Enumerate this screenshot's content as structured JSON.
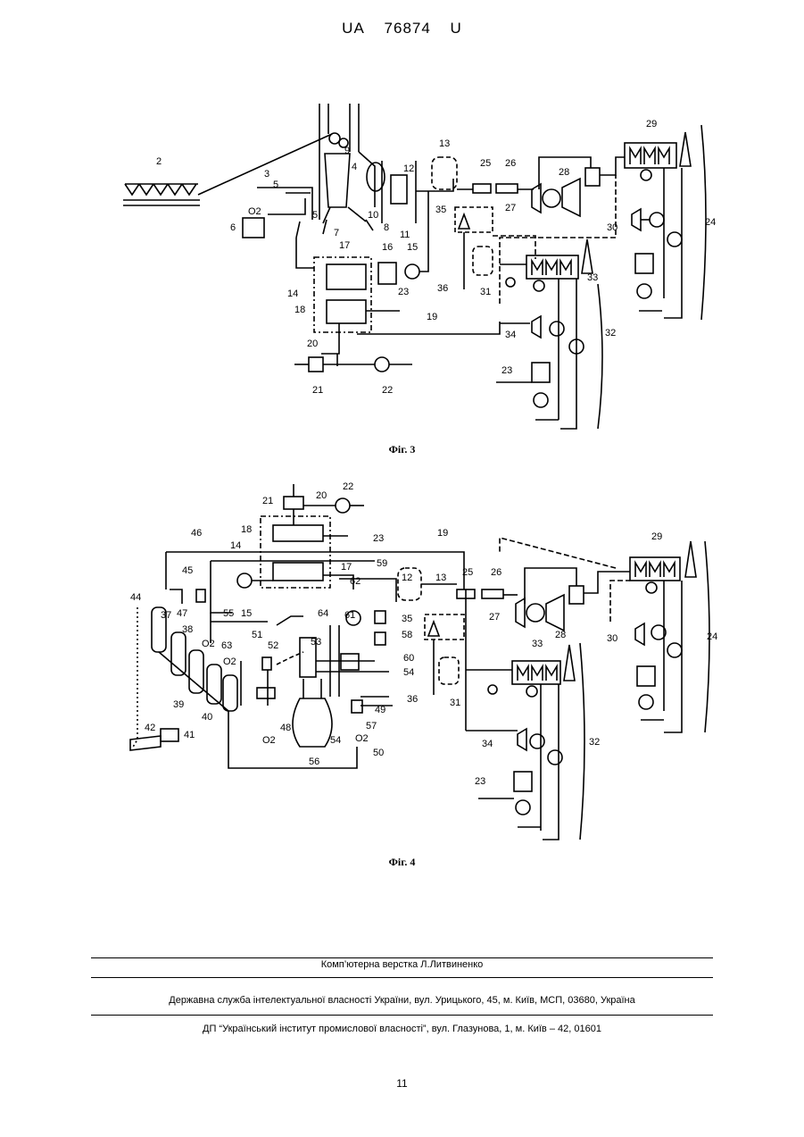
{
  "header": {
    "office": "UA",
    "number": "76874",
    "kind": "U"
  },
  "figure3": {
    "caption": "Фіг. 3",
    "labels": {
      "l2": "2",
      "l3": "3",
      "l4": "4",
      "l5a": "5",
      "l5b": "5",
      "l6": "6",
      "l7": "7",
      "l8": "8",
      "l9": "9",
      "l10": "10",
      "l11": "11",
      "l12": "12",
      "l13": "13",
      "l14": "14",
      "l15": "15",
      "l16": "16",
      "l17": "17",
      "l18": "18",
      "l19": "19",
      "l20": "20",
      "l21": "21",
      "l22": "22",
      "l23a": "23",
      "l23b": "23",
      "l24": "24",
      "l25": "25",
      "l26": "26",
      "l27": "27",
      "l28": "28",
      "l29": "29",
      "l30": "30",
      "l31": "31",
      "l32": "32",
      "l33": "33",
      "l34": "34",
      "l35": "35",
      "l36": "36",
      "o2": "O2"
    }
  },
  "figure4": {
    "caption": "Фіг. 4",
    "labels": {
      "l12": "12",
      "l13": "13",
      "l14": "14",
      "l15": "15",
      "l17": "17",
      "l18": "18",
      "l19": "19",
      "l20": "20",
      "l21": "21",
      "l22": "22",
      "l23a": "23",
      "l23b": "23",
      "l24": "24",
      "l25": "25",
      "l26": "26",
      "l27": "27",
      "l28": "28",
      "l29": "29",
      "l30": "30",
      "l31": "31",
      "l32": "32",
      "l33": "33",
      "l34": "34",
      "l35": "35",
      "l36": "36",
      "l37": "37",
      "l38": "38",
      "l39": "39",
      "l40": "40",
      "l41": "41",
      "l42": "42",
      "l44": "44",
      "l45": "45",
      "l46": "46",
      "l47": "47",
      "l48": "48",
      "l49": "49",
      "l50": "50",
      "l51": "51",
      "l52": "52",
      "l53": "53",
      "l54a": "54",
      "l54b": "54",
      "l55": "55",
      "l56": "56",
      "l57": "57",
      "l58": "58",
      "l59": "59",
      "l60": "60",
      "l61": "61",
      "l62": "62",
      "l63": "63",
      "l64": "64",
      "o2a": "O2",
      "o2b": "O2",
      "o2c": "O2",
      "o2d": "O2"
    }
  },
  "footer": {
    "layout_credit": "Комп’ютерна верстка Л.Литвиненко",
    "agency": "Державна служба інтелектуальної власності України, вул. Урицького, 45, м. Київ, МСП, 03680, Україна",
    "institute": "ДП “Український інститут промислової власності”, вул. Глазунова, 1, м. Київ – 42, 01601",
    "page_number": "11"
  }
}
